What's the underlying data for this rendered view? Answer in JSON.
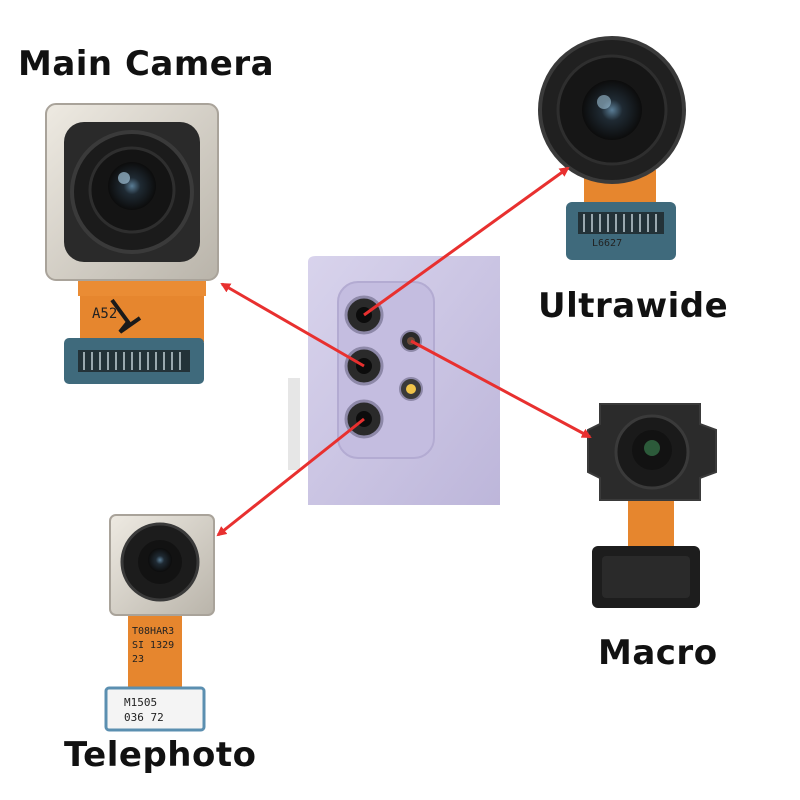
{
  "labels": {
    "main": "Main Camera",
    "ultrawide": "Ultrawide",
    "macro": "Macro",
    "telephoto": "Telephoto"
  },
  "module_print": {
    "main_flex": "A52",
    "tele_flex": [
      "T08HAR3",
      "SI 1329",
      "23"
    ],
    "tele_sticker": [
      "M1505",
      "036 72"
    ],
    "ultra_flex": "L6627"
  },
  "colors": {
    "arrow": "#e8302f",
    "phone_body": "#cbc5e3",
    "flex_cable": "#e08a30",
    "connector": "#3f6a7c",
    "lens_dark": "#1a1a1a",
    "metal": "#d9d6cf"
  }
}
